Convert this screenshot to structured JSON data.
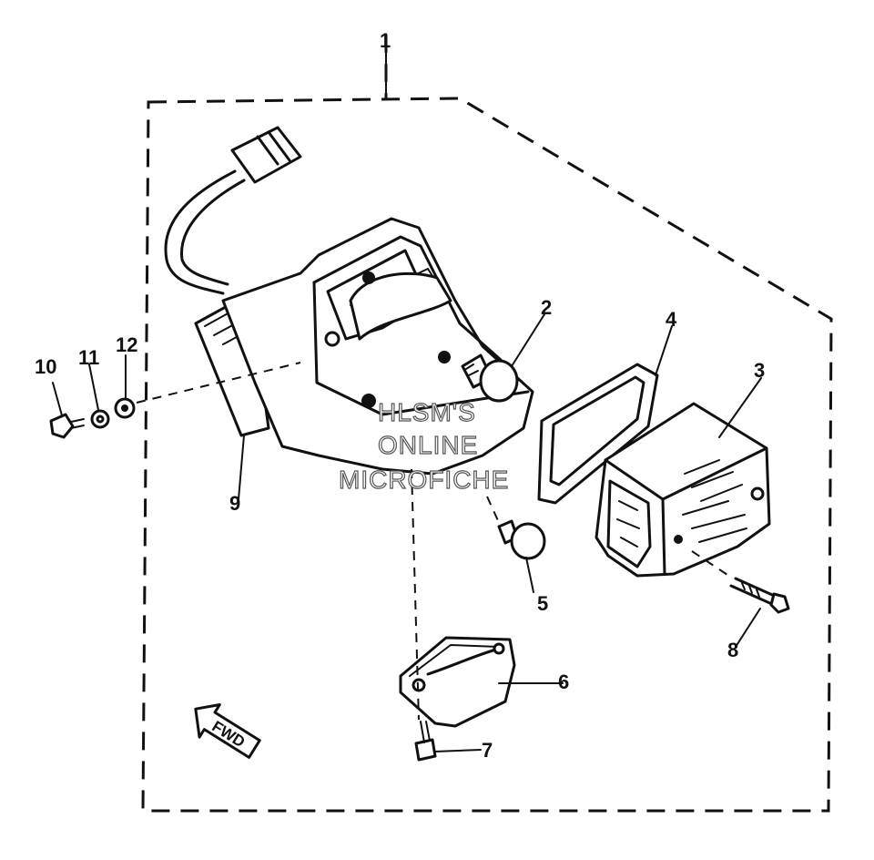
{
  "callouts": [
    {
      "id": "1",
      "label": "1"
    },
    {
      "id": "2",
      "label": "2"
    },
    {
      "id": "3",
      "label": "3"
    },
    {
      "id": "4",
      "label": "4"
    },
    {
      "id": "5",
      "label": "5"
    },
    {
      "id": "6",
      "label": "6"
    },
    {
      "id": "7",
      "label": "7"
    },
    {
      "id": "8",
      "label": "8"
    },
    {
      "id": "9",
      "label": "9"
    },
    {
      "id": "10",
      "label": "10"
    },
    {
      "id": "11",
      "label": "11"
    },
    {
      "id": "12",
      "label": "12"
    }
  ],
  "direction_marker": {
    "text": "FWD"
  },
  "watermark": {
    "lines": [
      "HLSM'S",
      "ONLINE",
      "MICROFICHE"
    ]
  }
}
